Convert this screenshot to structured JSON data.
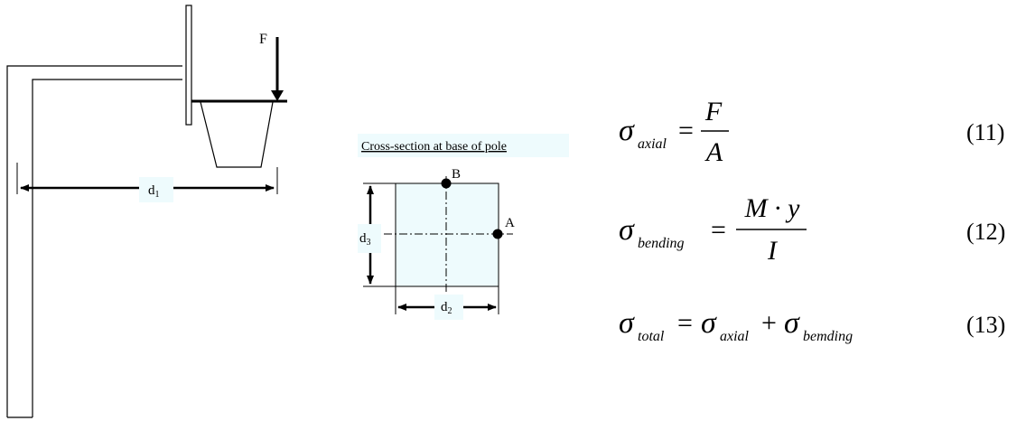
{
  "diagram": {
    "force_label": "F",
    "d1_label": "d",
    "d1_sub": "1",
    "section_title": "Cross-section at base of pole",
    "point_a": "A",
    "point_b": "B",
    "d2_label": "d",
    "d2_sub": "2",
    "d3_label": "d",
    "d3_sub": "3"
  },
  "equations": [
    {
      "sigma": "σ",
      "sub": "axial",
      "eq": "=",
      "numerator": "F",
      "denominator": "A",
      "number": "(11)"
    },
    {
      "sigma": "σ",
      "sub": "bending",
      "eq": "=",
      "numerator": "M · y",
      "denominator": "I",
      "number": "(12)"
    },
    {
      "sigma": "σ",
      "sub": "total",
      "eq": "=",
      "term1_sigma": "σ",
      "term1_sub": "axial",
      "plus": "+",
      "term2_sigma": "σ",
      "term2_sub": "bemding",
      "number": "(13)"
    }
  ],
  "colors": {
    "section_fill": "#eefbfd",
    "label_bg": "#eefbfd",
    "line": "#000000"
  }
}
